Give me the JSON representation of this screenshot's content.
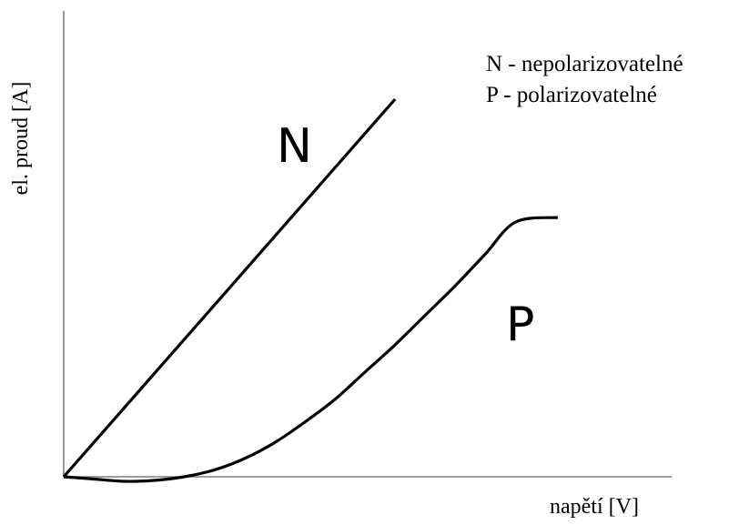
{
  "chart_data": {
    "type": "line",
    "title": "",
    "xlabel": "napětí [V]",
    "ylabel": "el. proud [A]",
    "xlim": [
      0,
      100
    ],
    "ylim": [
      0,
      100
    ],
    "grid": false,
    "ticks": false,
    "legend": {
      "placement": "top-right",
      "entries": [
        "N - nepolarizovatelné",
        "P - polarizovatelné"
      ]
    },
    "series": [
      {
        "name": "N",
        "color": "#000000",
        "x": [
          0,
          55
        ],
        "y": [
          0,
          83
        ]
      },
      {
        "name": "P",
        "color": "#000000",
        "x": [
          0,
          5,
          10,
          15,
          20,
          25,
          30,
          35,
          40,
          45,
          50,
          55,
          60,
          65,
          70,
          75,
          82
        ],
        "y": [
          0,
          -0.5,
          -1,
          -0.8,
          0,
          1.5,
          4,
          7.5,
          12,
          17,
          23,
          29,
          35.5,
          42,
          49,
          56,
          57
        ]
      }
    ]
  }
}
